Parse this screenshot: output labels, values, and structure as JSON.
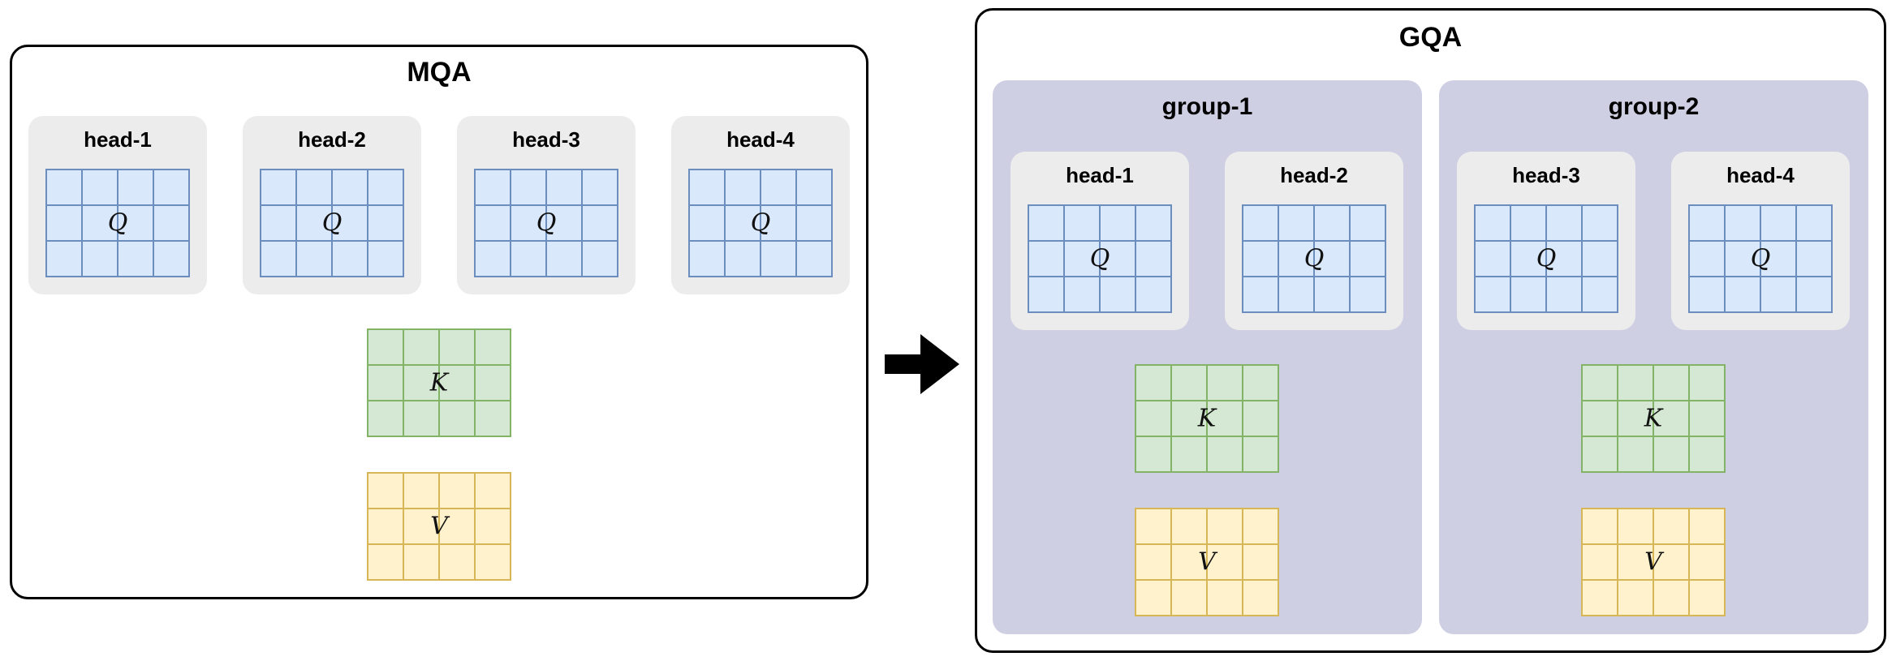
{
  "mqa": {
    "title": "MQA",
    "heads": [
      "head-1",
      "head-2",
      "head-3",
      "head-4"
    ],
    "q_label": "Q",
    "k_label": "K",
    "v_label": "V"
  },
  "gqa": {
    "title": "GQA",
    "groups": [
      {
        "title": "group-1",
        "heads": [
          "head-1",
          "head-2"
        ],
        "q_label": "Q",
        "k_label": "K",
        "v_label": "V"
      },
      {
        "title": "group-2",
        "heads": [
          "head-3",
          "head-4"
        ],
        "q_label": "Q",
        "k_label": "K",
        "v_label": "V"
      }
    ]
  },
  "colors": {
    "query": {
      "fill": "#dae8fc",
      "stroke": "#6c8ebf"
    },
    "key": {
      "fill": "#d5e8d4",
      "stroke": "#82b366"
    },
    "value": {
      "fill": "#fff2cc",
      "stroke": "#d6b656"
    },
    "group_background": "#cfcfe4",
    "head_background": "#ececec"
  },
  "icons": {
    "transition": "right-arrow-icon"
  }
}
